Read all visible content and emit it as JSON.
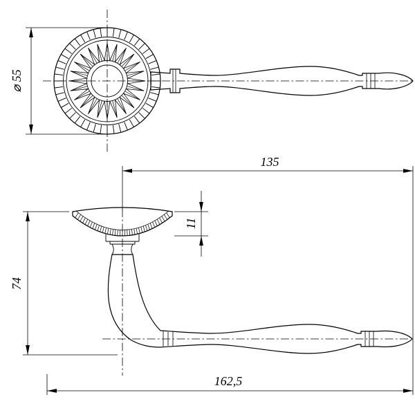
{
  "dimensions": {
    "rosette_diameter": "⌀ 55",
    "length_center_to_tip": "135",
    "rosette_thickness": "11",
    "projection_height": "74",
    "overall_length": "162,5"
  },
  "colors": {
    "line": "#000000",
    "background": "#ffffff"
  }
}
